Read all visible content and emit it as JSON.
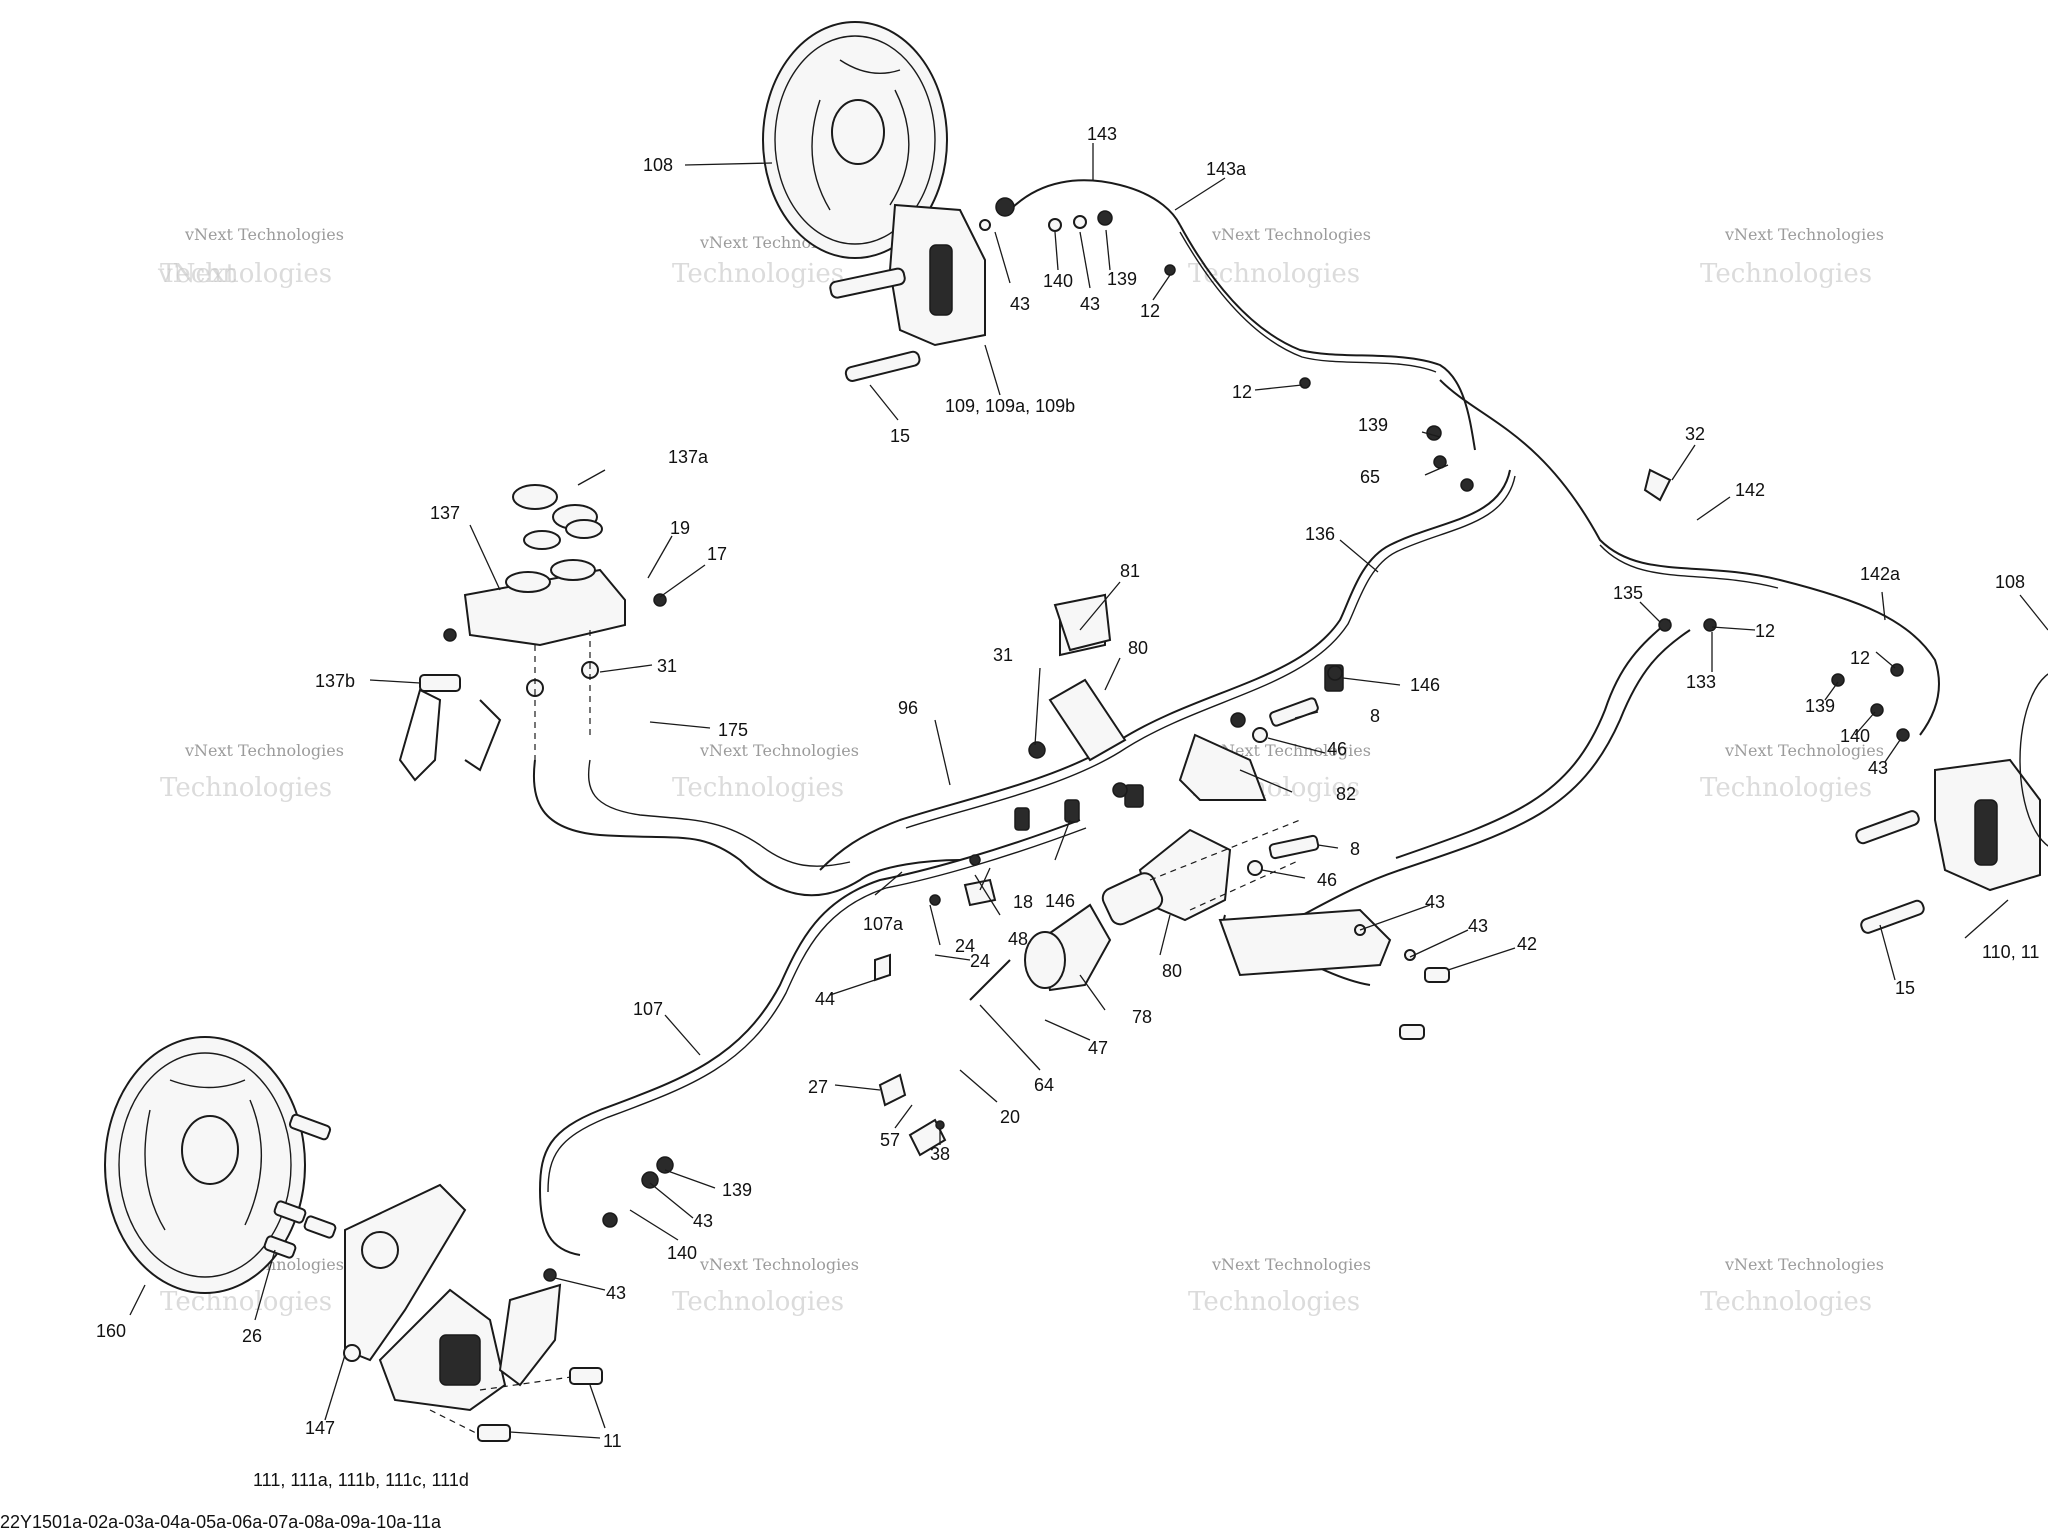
{
  "diagram": {
    "footer_code": "22Y1501a-02a-03a-04a-05a-06a-07a-08a-09a-10a-11a",
    "watermark": {
      "line1": "vNext Technologies",
      "line2": "Technologies"
    },
    "callouts": [
      {
        "id": "108-top",
        "text": "108"
      },
      {
        "id": "143",
        "text": "143"
      },
      {
        "id": "143a",
        "text": "143a"
      },
      {
        "id": "43-a",
        "text": "43"
      },
      {
        "id": "140-a",
        "text": "140"
      },
      {
        "id": "43-b",
        "text": "43"
      },
      {
        "id": "139-a",
        "text": "139"
      },
      {
        "id": "12-a",
        "text": "12"
      },
      {
        "id": "12-b",
        "text": "12"
      },
      {
        "id": "15-a",
        "text": "15"
      },
      {
        "id": "109",
        "text": "109, 109a, 109b"
      },
      {
        "id": "137a",
        "text": "137a"
      },
      {
        "id": "137",
        "text": "137"
      },
      {
        "id": "19",
        "text": "19"
      },
      {
        "id": "17",
        "text": "17"
      },
      {
        "id": "31-a",
        "text": "31"
      },
      {
        "id": "137b",
        "text": "137b"
      },
      {
        "id": "175",
        "text": "175"
      },
      {
        "id": "139-b",
        "text": "139"
      },
      {
        "id": "65",
        "text": "65"
      },
      {
        "id": "32",
        "text": "32"
      },
      {
        "id": "142",
        "text": "142"
      },
      {
        "id": "136",
        "text": "136"
      },
      {
        "id": "81",
        "text": "81"
      },
      {
        "id": "31-b",
        "text": "31"
      },
      {
        "id": "80-a",
        "text": "80"
      },
      {
        "id": "96",
        "text": "96"
      },
      {
        "id": "146-a",
        "text": "146"
      },
      {
        "id": "135",
        "text": "135"
      },
      {
        "id": "133",
        "text": "133"
      },
      {
        "id": "12-c",
        "text": "12"
      },
      {
        "id": "142a",
        "text": "142a"
      },
      {
        "id": "108-right",
        "text": "108"
      },
      {
        "id": "12-d",
        "text": "12"
      },
      {
        "id": "139-c",
        "text": "139"
      },
      {
        "id": "140-b",
        "text": "140"
      },
      {
        "id": "43-c",
        "text": "43"
      },
      {
        "id": "8-a",
        "text": "8"
      },
      {
        "id": "46-a",
        "text": "46"
      },
      {
        "id": "82",
        "text": "82"
      },
      {
        "id": "8-b",
        "text": "8"
      },
      {
        "id": "46-b",
        "text": "46"
      },
      {
        "id": "18",
        "text": "18"
      },
      {
        "id": "146-b",
        "text": "146"
      },
      {
        "id": "48",
        "text": "48"
      },
      {
        "id": "107a",
        "text": "107a"
      },
      {
        "id": "24-a",
        "text": "24"
      },
      {
        "id": "24-b",
        "text": "24"
      },
      {
        "id": "44",
        "text": "44"
      },
      {
        "id": "80-b",
        "text": "80"
      },
      {
        "id": "78",
        "text": "78"
      },
      {
        "id": "47",
        "text": "47"
      },
      {
        "id": "43-d",
        "text": "43"
      },
      {
        "id": "43-e",
        "text": "43"
      },
      {
        "id": "42",
        "text": "42"
      },
      {
        "id": "110",
        "text": "110, 11"
      },
      {
        "id": "15-b",
        "text": "15"
      },
      {
        "id": "107",
        "text": "107"
      },
      {
        "id": "27",
        "text": "27"
      },
      {
        "id": "64",
        "text": "64"
      },
      {
        "id": "20",
        "text": "20"
      },
      {
        "id": "57",
        "text": "57"
      },
      {
        "id": "38",
        "text": "38"
      },
      {
        "id": "139-d",
        "text": "139"
      },
      {
        "id": "43-f",
        "text": "43"
      },
      {
        "id": "140-c",
        "text": "140"
      },
      {
        "id": "43-g",
        "text": "43"
      },
      {
        "id": "160",
        "text": "160"
      },
      {
        "id": "26",
        "text": "26"
      },
      {
        "id": "147",
        "text": "147"
      },
      {
        "id": "11",
        "text": "11"
      },
      {
        "id": "111",
        "text": "111, 111a, 111b, 111c, 111d"
      }
    ]
  }
}
